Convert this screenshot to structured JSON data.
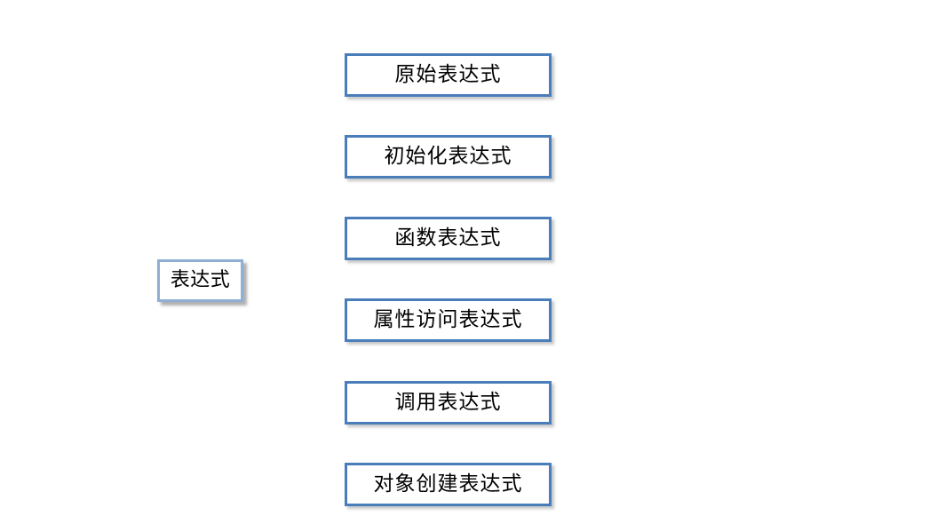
{
  "diagram": {
    "type": "hierarchy-list",
    "background_color": "#ffffff",
    "accent_color": "#4a7ebb",
    "root_border_color": "#8fafd4",
    "text_color": "#000000",
    "root": {
      "label": "表达式"
    },
    "children": [
      {
        "label": "原始表达式"
      },
      {
        "label": "初始化表达式"
      },
      {
        "label": "函数表达式"
      },
      {
        "label": "属性访问表达式"
      },
      {
        "label": "调用表达式"
      },
      {
        "label": "对象创建表达式"
      }
    ]
  }
}
